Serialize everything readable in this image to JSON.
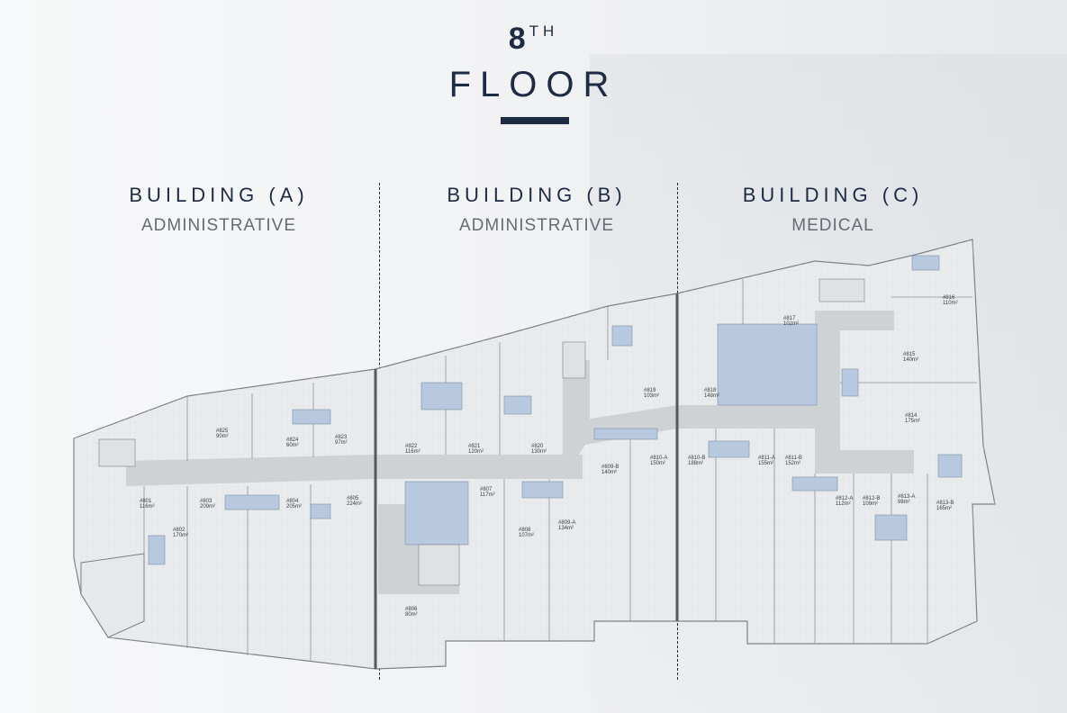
{
  "floor": {
    "number": "8",
    "suffix": "TH",
    "label": "FLOOR"
  },
  "buildings": [
    {
      "name": "BUILDING (A)",
      "type": "ADMINISTRATIVE"
    },
    {
      "name": "BUILDING (B)",
      "type": "ADMINISTRATIVE"
    },
    {
      "name": "BUILDING (C)",
      "type": "MEDICAL"
    }
  ],
  "units": [
    {
      "id": "#801",
      "area": "116m²"
    },
    {
      "id": "#802",
      "area": "170m²"
    },
    {
      "id": "#803",
      "area": "209m²"
    },
    {
      "id": "#804",
      "area": "205m²"
    },
    {
      "id": "#805",
      "area": "224m²"
    },
    {
      "id": "#806",
      "area": "80m²"
    },
    {
      "id": "#807",
      "area": "117m²"
    },
    {
      "id": "#808",
      "area": "107m²"
    },
    {
      "id": "#809-A",
      "area": "134m²"
    },
    {
      "id": "#809-B",
      "area": "140m²"
    },
    {
      "id": "#810-A",
      "area": "150m²"
    },
    {
      "id": "#810-B",
      "area": "188m²"
    },
    {
      "id": "#811-A",
      "area": "155m²"
    },
    {
      "id": "#811-B",
      "area": "152m²"
    },
    {
      "id": "#812-A",
      "area": "112m²"
    },
    {
      "id": "#812-B",
      "area": "109m²"
    },
    {
      "id": "#813-A",
      "area": "98m²"
    },
    {
      "id": "#813-B",
      "area": "165m²"
    },
    {
      "id": "#814",
      "area": "175m²"
    },
    {
      "id": "#815",
      "area": "140m²"
    },
    {
      "id": "#816",
      "area": "110m²"
    },
    {
      "id": "#817",
      "area": "102m²"
    },
    {
      "id": "#818",
      "area": "148m²"
    },
    {
      "id": "#819",
      "area": "103m²"
    },
    {
      "id": "#820",
      "area": "130m²"
    },
    {
      "id": "#821",
      "area": "120m²"
    },
    {
      "id": "#822",
      "area": "116m²"
    },
    {
      "id": "#823",
      "area": "97m²"
    },
    {
      "id": "#824",
      "area": "60m²"
    },
    {
      "id": "#825",
      "area": "90m²"
    }
  ],
  "colors": {
    "navy": "#1d2b44",
    "plan_fill": "#e9ebec",
    "corridor": "#cfd2d5",
    "wc_blue": "#b7c8df"
  }
}
